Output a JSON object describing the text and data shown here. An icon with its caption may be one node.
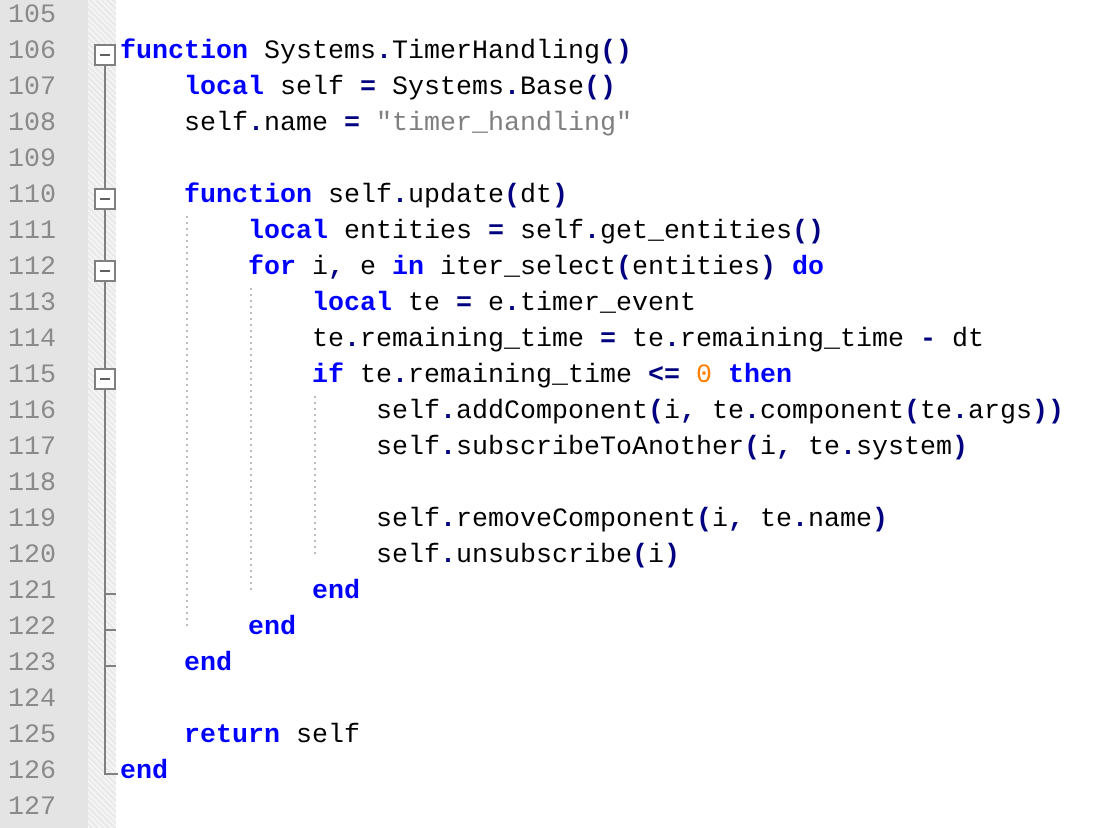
{
  "diagram": {
    "labels": [
      "105",
      "106",
      "**function** Systems.TimerHandling()",
      "107",
      "**local** self = Systems.Base()",
      "108",
      "self.name = \"timer_handling\"",
      "109",
      "110",
      "**function** self.update(dt)",
      "111",
      "**local** entities = self.get_entities()",
      "112",
      "**for** i, e **in** iter_select(entities) **do**",
      "113",
      "**local** te = e.timer_event",
      "114",
      "te.remaining_time = te.remaining_time - dt",
      "115",
      "**if** te.remaining_time <= 0 **then**",
      "116",
      "self.addComponent(i, te.component(te.args))",
      "117",
      "self.subscribeToAnother(i, te.system)",
      "118",
      "119",
      "self.removeComponent(i, te.name)",
      "120",
      "self.unsubscribe(i)",
      "121",
      "**end**",
      "122",
      "**end**",
      "123",
      "**end**",
      "124",
      "125",
      "**return** self",
      "126",
      "**end**",
      "127"
    ]
  }
}
